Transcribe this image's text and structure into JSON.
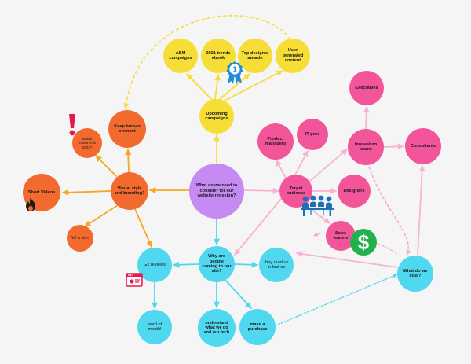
{
  "colors": {
    "yellow": "#f7de37",
    "orange": "#f26a2e",
    "pink": "#f2559a",
    "cyan": "#4fd8ef",
    "purple": "#c58bf2",
    "edge_yellow": "#f7de37",
    "edge_orange": "#f5a623",
    "edge_pink": "#f7b3d2",
    "edge_cyan": "#4fd8ef",
    "edge_dashed_pink": "#f7a8cc"
  },
  "center": {
    "label": "What do we need to consider for our website redesign?"
  },
  "yellow_branch": {
    "hub": "Upcoming campaigns",
    "items": [
      "ABM campaigns",
      "2021 trends ebook",
      "Top designer awards",
      "User generated content"
    ]
  },
  "orange_branch": {
    "hub": "Visual style and branding?",
    "items": [
      "Keep human element",
      "Brand research in 2022?",
      "Short Videos",
      "Tell a story"
    ]
  },
  "pink_branch": {
    "hub": "Target audience",
    "items": [
      "Product managers",
      "IT pros",
      "Innovation teams",
      "Executives",
      "Consultants",
      "Designers",
      "Sales leaders",
      "What do we cost?"
    ]
  },
  "cyan_branch": {
    "hub": "Why are people coming to our site?",
    "items": [
      "G2 reviews",
      "they read us in fast co",
      "word of mouth!",
      "understand what we do and our tech",
      "make a purchase"
    ]
  },
  "stickers": [
    "award-ribbon-1",
    "exclamation-mark",
    "fire-icon",
    "team-meeting-icon",
    "dollar-coin-icon",
    "browser-window-icon"
  ],
  "badge_number": "1",
  "dollar_symbol": "$"
}
